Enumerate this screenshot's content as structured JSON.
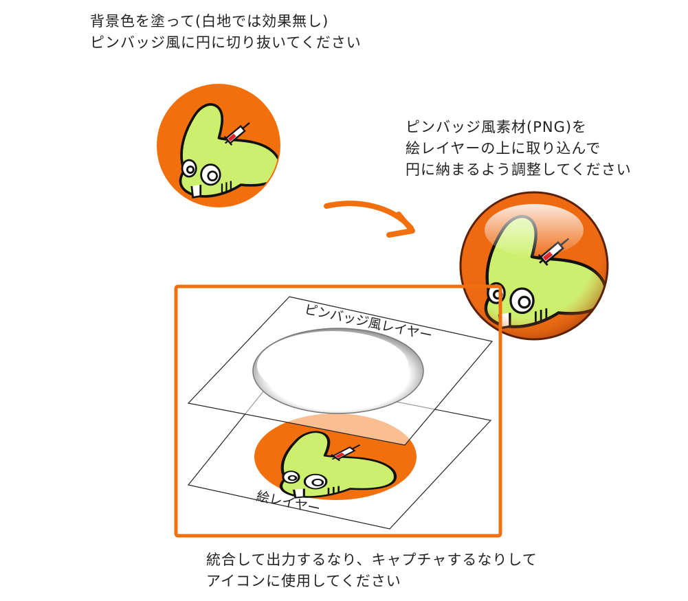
{
  "instructions": {
    "step1": [
      "背景色を塗って(白地では効果無し)",
      "ピンバッジ風に円に切り抜いてください"
    ],
    "step2": [
      "ピンバッジ風素材(PNG)を",
      "絵レイヤーの上に取り込んで",
      "円に納まるよう調整してください"
    ],
    "step3": [
      "統合して出力するなり、キャプチャするなりして",
      "アイコンに使用してください"
    ]
  },
  "layers": {
    "top_label": "ピンバッジ風レイヤー",
    "bottom_label": "絵レイヤー"
  },
  "colors": {
    "accent_orange": "#f26f0e",
    "character_green": "#cdef6e",
    "outline": "#111111"
  }
}
